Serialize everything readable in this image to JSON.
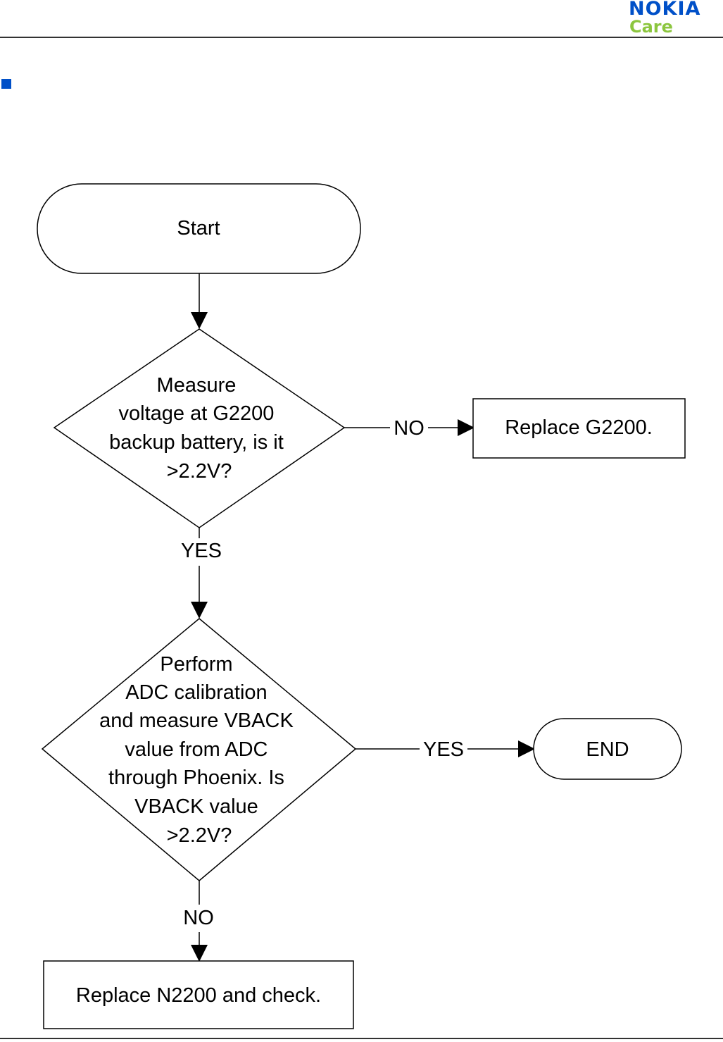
{
  "header": {
    "brand": "NOKIA",
    "sub_brand": "Care",
    "brand_color": "#0050c8",
    "sub_brand_color": "#8cc63f"
  },
  "flowchart": {
    "start": "Start",
    "decision1": [
      "Measure",
      "voltage at G2200",
      "backup battery, is it",
      ">2.2V?"
    ],
    "decision1_no_label": "NO",
    "decision1_yes_label": "YES",
    "replace_g2200": "Replace G2200.",
    "decision2": [
      "Perform",
      "ADC calibration",
      "and measure VBACK",
      "value from ADC",
      "through Phoenix. Is",
      "VBACK value",
      ">2.2V?"
    ],
    "decision2_yes_label": "YES",
    "decision2_no_label": "NO",
    "end": "END",
    "replace_n2200": "Replace N2200 and check."
  }
}
